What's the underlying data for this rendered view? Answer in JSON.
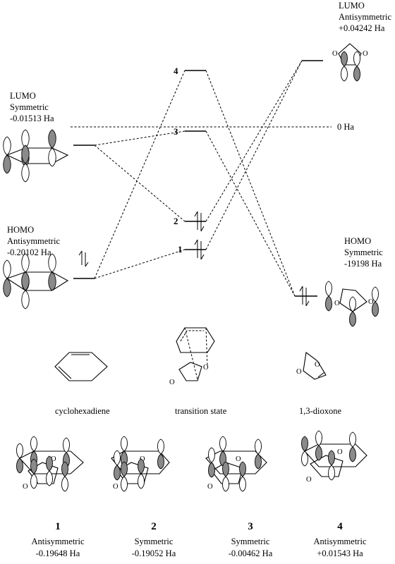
{
  "diagram": {
    "left_lumo": {
      "title": "LUMO",
      "symmetry": "Symmetric",
      "energy": "-0.01513 Ha"
    },
    "left_homo": {
      "title": "HOMO",
      "symmetry": "Antisymmetric",
      "energy": "-0.20102 Ha"
    },
    "right_lumo": {
      "title": "LUMO",
      "symmetry": "Antisymmetric",
      "energy": "+0.04242 Ha"
    },
    "right_homo": {
      "title": "HOMO",
      "symmetry": "Symmetric",
      "energy": "-19198 Ha"
    },
    "zero_label": "0 Ha",
    "ts_levels": [
      {
        "label": "1"
      },
      {
        "label": "2"
      },
      {
        "label": "3"
      },
      {
        "label": "4"
      }
    ],
    "oxygen_symbol": "O"
  },
  "structures": {
    "cyclohexadiene": "cyclohexadiene",
    "transition_state": "transition state",
    "dioxone": "1,3-dioxone"
  },
  "orbitals": [
    {
      "number": "1",
      "symmetry": "Antisymmetric",
      "energy": "-0.19648 Ha"
    },
    {
      "number": "2",
      "symmetry": "Symmetric",
      "energy": "-0.19052 Ha"
    },
    {
      "number": "3",
      "symmetry": "Symmetric",
      "energy": "-0.00462 Ha"
    },
    {
      "number": "4",
      "symmetry": "Antisymmetric",
      "energy": "+0.01543 Ha"
    }
  ]
}
